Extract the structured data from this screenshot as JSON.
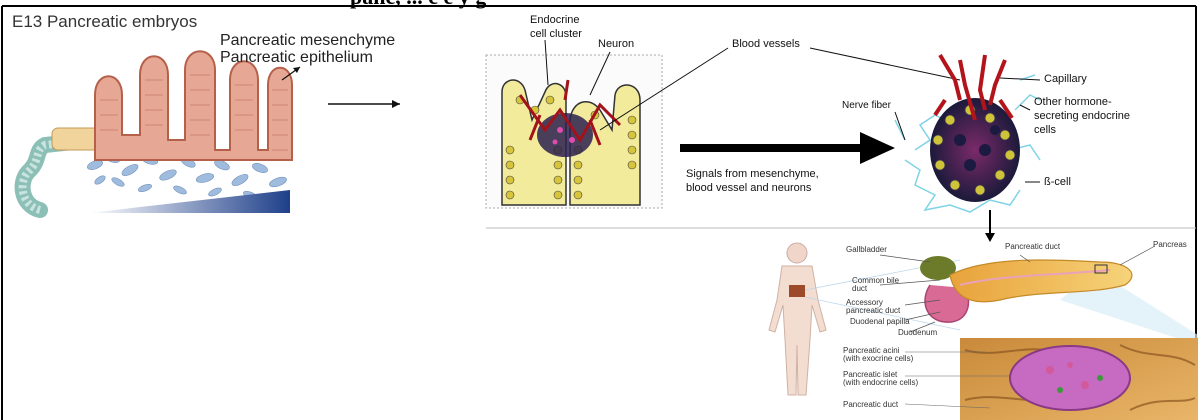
{
  "header": {
    "cropped_title": "panc, ... c     e    y g"
  },
  "left_panel": {
    "title": "E13 Pancreatic embryos",
    "label_mesenchyme": "Pancreatic mesenchyme",
    "label_epithelium": "Pancreatic epithelium"
  },
  "middle_panel": {
    "label_endocrine": "Endocrine\ncell cluster",
    "label_endocrine_line1": "Endocrine",
    "label_endocrine_line2": "cell cluster",
    "label_neuron": "Neuron",
    "label_blood_vessels": "Blood vessels",
    "signals_line1": "Signals from mesenchyme,",
    "signals_line2": "blood vessel and neurons"
  },
  "right_panel": {
    "label_capillary": "Capillary",
    "label_other1": "Other hormone-",
    "label_other2": "secreting endocrine",
    "label_other3": "cells",
    "label_nerve_fiber": "Nerve fiber",
    "label_beta_cell": "ß-cell"
  },
  "anatomy_panel": {
    "gallbladder": "Gallbladder",
    "pancreatic_duct": "Pancreatic duct",
    "pancreas": "Pancreas",
    "common_bile_duct_1": "Common bile",
    "common_bile_duct_2": "duct",
    "accessory_1": "Accessory",
    "accessory_2": "pancreatic duct",
    "duodenal_papilla": "Duodenal papilla",
    "duodenum": "Duodenum",
    "acini_1": "Pancreatic acini",
    "acini_2": "(with exocrine cells)",
    "islet_1": "Pancreatic islet",
    "islet_2": "(with endocrine cells)",
    "duct_bottom": "Pancreatic duct"
  },
  "colors": {
    "epithelium": "#d98f7c",
    "mesenchyme": "#8fb0d8",
    "gradient_dark": "#1e3f8a",
    "islet_yellow": "#f3eb9c",
    "vessel_red": "#b3141c",
    "capillary_cyan": "#7fd3e6",
    "pancreas_yellow": "#f2c04a"
  }
}
